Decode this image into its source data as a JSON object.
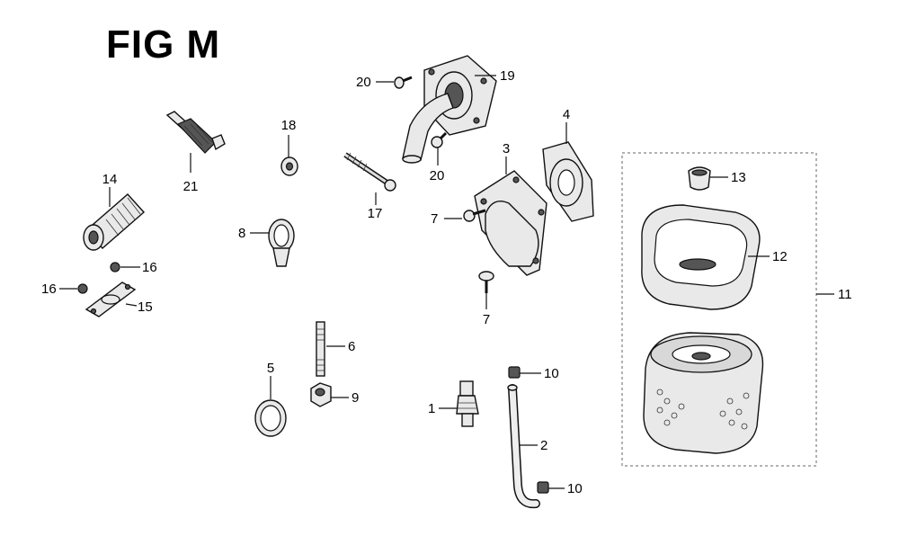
{
  "diagram": {
    "title": "FIG M",
    "callouts": {
      "c1": "1",
      "c2": "2",
      "c3": "3",
      "c4": "4",
      "c5": "5",
      "c6": "6",
      "c7a": "7",
      "c7b": "7",
      "c8": "8",
      "c9": "9",
      "c10a": "10",
      "c10b": "10",
      "c11": "11",
      "c12": "12",
      "c13": "13",
      "c14": "14",
      "c15": "15",
      "c16a": "16",
      "c16b": "16",
      "c17": "17",
      "c18": "18",
      "c19": "19",
      "c20a": "20",
      "c20b": "20",
      "c21": "21"
    }
  }
}
